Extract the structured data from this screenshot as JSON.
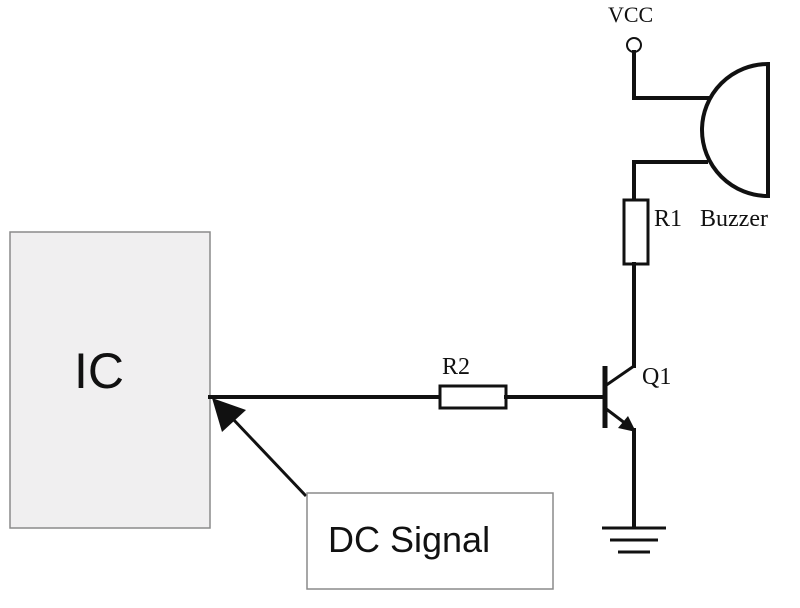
{
  "labels": {
    "vcc": "VCC",
    "r1": "R1",
    "buzzer": "Buzzer",
    "r2": "R2",
    "q1": "Q1",
    "ic": "IC",
    "dc_signal": "DC Signal"
  },
  "colors": {
    "ic_fill": "#f0eff0",
    "box_border": "#8a8a8a",
    "wire": "#111111"
  }
}
